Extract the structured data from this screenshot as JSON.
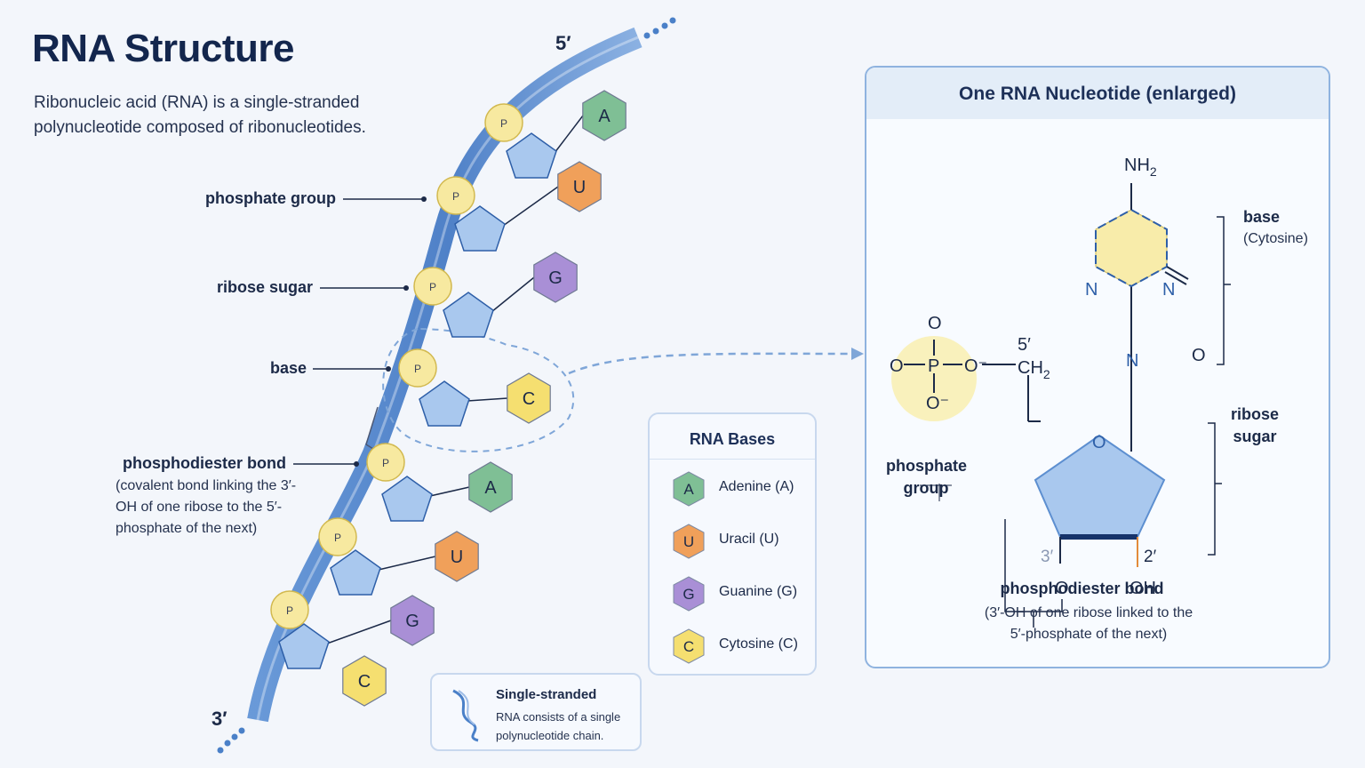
{
  "title": "RNA Structure",
  "subtitle": "Ribonucleic acid (RNA) is a single-stranded polynucleotide composed of ribonucleotides.",
  "strand": {
    "end_5": "5′",
    "end_3": "3′",
    "bases": [
      "A",
      "U",
      "G",
      "C",
      "A",
      "U",
      "G",
      "C"
    ]
  },
  "labels": {
    "phosphate_group": "phosphate group",
    "ribose_sugar": "ribose sugar",
    "base": "base",
    "phosphodiester_bond": "phosphodiester bond",
    "phosphodiester_desc": "(covalent bond linking the 3′-OH of one ribose to the 5′-phosphate of the next)"
  },
  "legend": {
    "title": "RNA Bases",
    "items": [
      {
        "letter": "A",
        "name": "Adenine (A)",
        "color": "#7fbf95"
      },
      {
        "letter": "U",
        "name": "Uracil (U)",
        "color": "#f0a05a"
      },
      {
        "letter": "G",
        "name": "Guanine (G)",
        "color": "#a98fd6"
      },
      {
        "letter": "C",
        "name": "Cytosine (C)",
        "color": "#f5df70"
      }
    ]
  },
  "note": {
    "title": "Single-stranded",
    "text": "RNA consists of a single polynucleotide chain."
  },
  "panel": {
    "title": "One RNA Nucleotide (enlarged)",
    "base_label": "base",
    "base_sub": "(Cytosine)",
    "ribose_label": "ribose sugar",
    "phosphate_label": "phosphate group",
    "bond_label": "phosphodiester bond",
    "bond_desc": "(3′-OH of one ribose linked to the 5′-phosphate of the next)",
    "nh2": "NH",
    "nh2_sub": "2",
    "ch2": "CH",
    "ch2_sub": "2",
    "pos_5": "5′",
    "pos_3": "3′",
    "pos_2": "2′",
    "oh": "OH",
    "o": "O",
    "p": "P",
    "n": "N",
    "o_minus": "O⁻"
  },
  "colors": {
    "backbone": "#4a80c8",
    "sugar": "#a9c8ee",
    "phosphate": "#f7e9a0",
    "accent": "#2e5fa8"
  }
}
